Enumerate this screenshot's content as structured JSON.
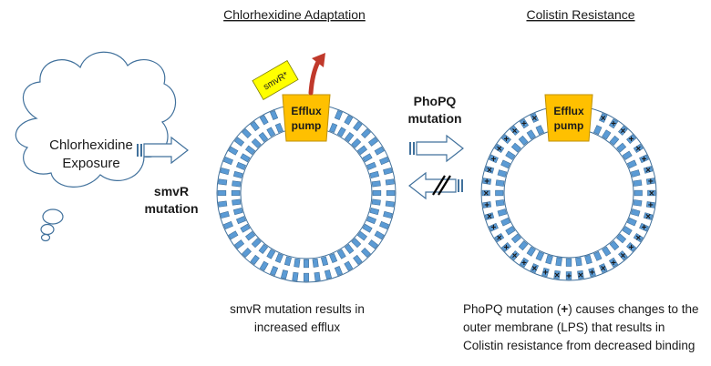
{
  "headings": {
    "chlorhexidine_adaptation": "Chlorhexidine Adaptation",
    "colistin_resistance": "Colistin Resistance"
  },
  "cloud": {
    "line1": "Chlorhexidine",
    "line2": "Exposure"
  },
  "labels": {
    "smvr_mutation_line1": "smvR",
    "smvr_mutation_line2": "mutation",
    "phopq_mutation_line1": "PhoPQ",
    "phopq_mutation_line2": "mutation",
    "smvr_star": "smvR*"
  },
  "efflux_pump": {
    "line1": "Efflux",
    "line2": "pump"
  },
  "captions": {
    "left_line1": "smvR mutation results in",
    "left_line2": "increased efflux",
    "right_line1_pre": "PhoPQ mutation (",
    "right_line1_plus": "+",
    "right_line1_post": ") causes changes to the",
    "right_line2": "outer membrane (LPS) that results in",
    "right_line3": "Colistin resistance from decreased binding"
  },
  "membrane_marks": {
    "plus": "+",
    "minus": "−",
    "cross": "×"
  },
  "colors": {
    "lipid": "#5b9bd5",
    "lipid_edge": "#41719c",
    "pump_fill": "#ffc000",
    "pump_edge": "#bf9000",
    "smvr_fill": "#ffff00",
    "red_arrow": "#c0392b",
    "cloud_edge": "#41719c",
    "arrow_edge": "#41719c"
  }
}
